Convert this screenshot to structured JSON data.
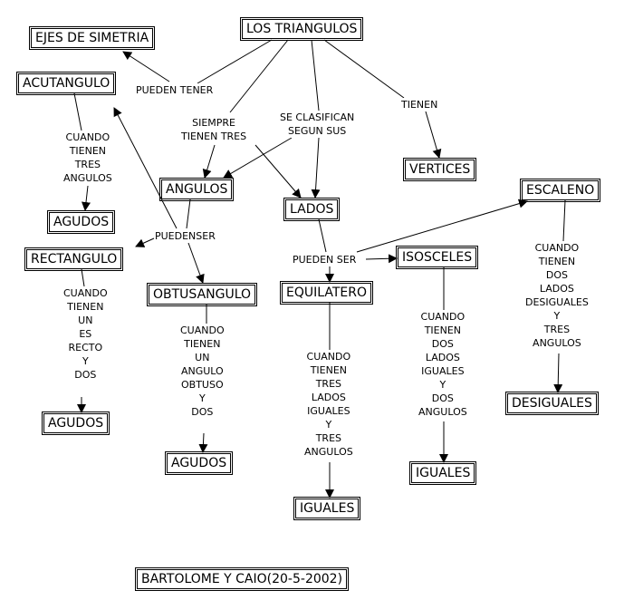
{
  "colors": {
    "line": "#000000",
    "background": "#ffffff"
  },
  "nodes": {
    "los_triangulos": "LOS TRIANGULOS",
    "ejes": "EJES DE SIMETRIA",
    "acutangulo": "ACUTANGULO",
    "agudos_1": "AGUDOS",
    "angulos": "ANGULOS",
    "lados": "LADOS",
    "vertices": "VERTICES",
    "rectangulo": "RECTANGULO",
    "obtusangulo": "OBTUSANGULO",
    "agudos_2": "AGUDOS",
    "agudos_3": "AGUDOS",
    "equilatero": "EQUILATERO",
    "isosceles": "ISOSCELES",
    "escaleno": "ESCALENO",
    "iguales_1": "IGUALES",
    "iguales_2": "IGUALES",
    "desiguales": "DESIGUALES"
  },
  "labels": {
    "pueden_tener": "PUEDEN TENER",
    "siempre_tienen_tres": "SIEMPRE\nTIENEN TRES",
    "se_clasifican": "SE CLASIFICAN\nSEGUN SUS",
    "tienen": "TIENEN",
    "acut_cond": "CUANDO\nTIENEN\nTRES\nANGULOS",
    "puedenser": "PUEDENSER",
    "pueden_ser": "PUEDEN SER",
    "rect_cond": "CUANDO\nTIENEN\nUN\nES\nRECTO\nY\nDOS",
    "obtus_cond": "CUANDO\nTIENEN\nUN\nANGULO\nOBTUSO\nY\nDOS",
    "equi_cond": "CUANDO\nTIENEN\nTRES\nLADOS\nIGUALES\nY\nTRES\nANGULOS",
    "isos_cond": "CUANDO\nTIENEN\nDOS\nLADOS\nIGUALES\nY\nDOS\nANGULOS",
    "esca_cond": "CUANDO\nTIENEN\nDOS\nLADOS\nDESIGUALES\nY\nTRES\nANGULOS"
  },
  "footer": {
    "credit": "BARTOLOME Y CAIO(20-5-2002)"
  }
}
